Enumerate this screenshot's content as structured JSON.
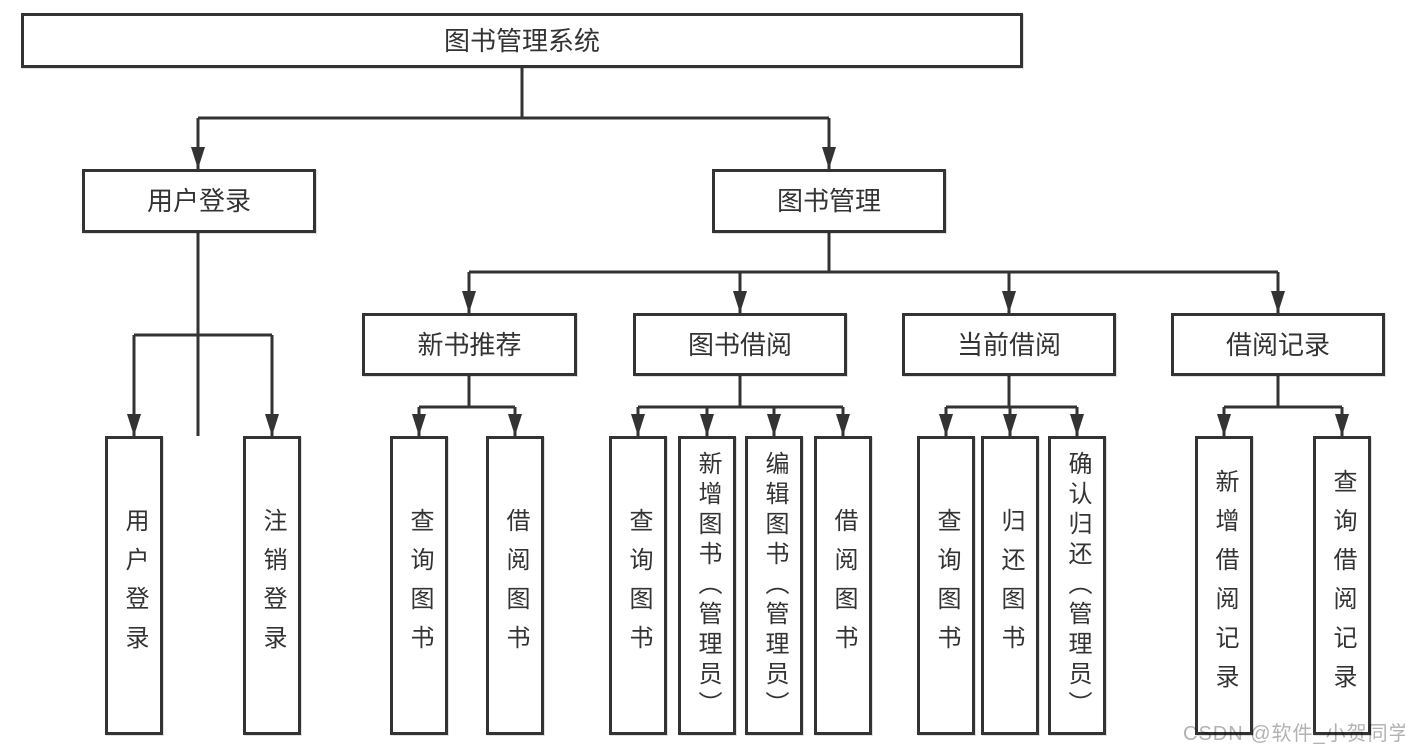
{
  "diagram": {
    "root": {
      "label": "图书管理系统"
    },
    "branches": [
      {
        "label": "用户登录",
        "children": [
          {
            "label": "用户登录"
          },
          {
            "label": "注销登录"
          }
        ]
      },
      {
        "label": "图书管理",
        "children": [
          {
            "label": "新书推荐",
            "children": [
              {
                "label": "查询图书"
              },
              {
                "label": "借阅图书"
              }
            ]
          },
          {
            "label": "图书借阅",
            "children": [
              {
                "label": "查询图书"
              },
              {
                "label": "新增图书（管理员）"
              },
              {
                "label": "编辑图书（管理员）"
              },
              {
                "label": "借阅图书"
              }
            ]
          },
          {
            "label": "当前借阅",
            "children": [
              {
                "label": "查询图书"
              },
              {
                "label": "归还图书"
              },
              {
                "label": "确认归还（管理员）"
              }
            ]
          },
          {
            "label": "借阅记录",
            "children": [
              {
                "label": "新增借阅记录"
              },
              {
                "label": "查询借阅记录"
              }
            ]
          }
        ]
      }
    ],
    "watermark": "CSDN @软件_小贺同学",
    "colors": {
      "line": "#333333",
      "text": "#333333",
      "box_background": "#ffffff",
      "watermark": "#b2b2b2"
    }
  }
}
